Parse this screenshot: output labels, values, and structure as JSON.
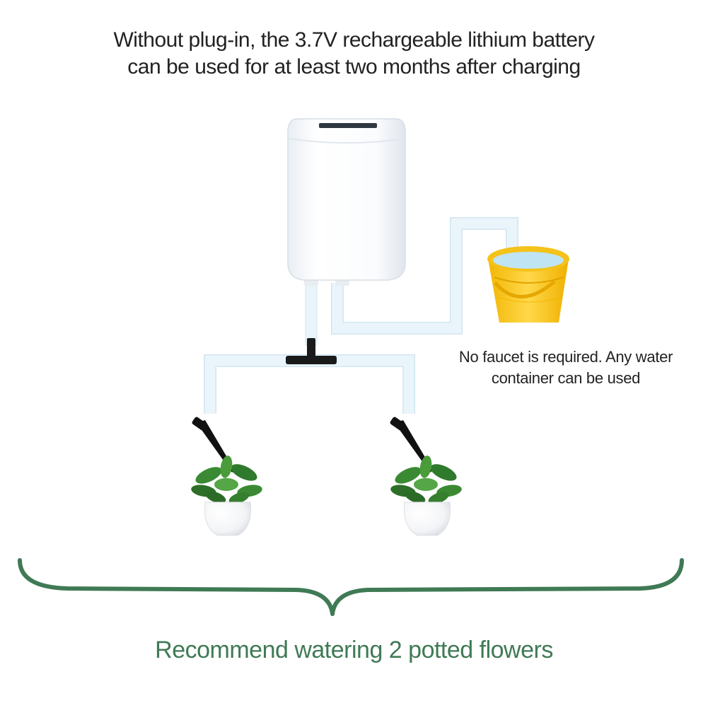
{
  "headline": {
    "line1": "Without plug-in, the 3.7V rechargeable lithium battery",
    "line2": "can be used for at least two months after charging"
  },
  "water_note": {
    "line1": "No faucet is required. Any water",
    "line2": "container can be used"
  },
  "footer": {
    "text": "Recommend watering 2 potted flowers"
  },
  "colors": {
    "accent_green": "#3f7a55",
    "bucket_yellow": "#f7c51a",
    "tube": "#eaf5fb",
    "connector": "#1a1a1a"
  }
}
